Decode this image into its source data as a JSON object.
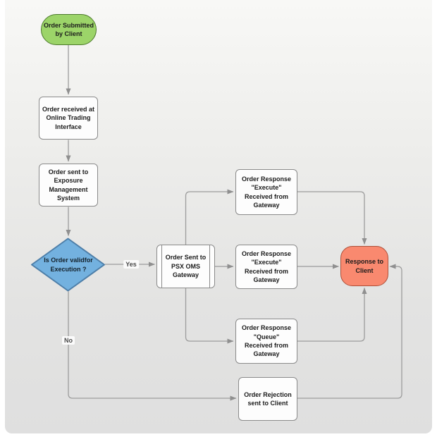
{
  "diagram": {
    "nodes": {
      "start": {
        "label": "Order Submitted\nby Client",
        "shape": "terminator"
      },
      "received": {
        "label": "Order received at\nOnline Trading\nInterface",
        "shape": "process"
      },
      "exposure": {
        "label": "Order sent to\nExposure\nManagement\nSystem",
        "shape": "process"
      },
      "decision": {
        "label": "Is Order validfor\nExecution ?",
        "shape": "decision"
      },
      "psx": {
        "label": "Order Sent to\nPSX OMS\nGateway",
        "shape": "predefined-process"
      },
      "exec1": {
        "label": "Order Response\n\"Execute\"\nReceived from\nGateway",
        "shape": "process"
      },
      "exec2": {
        "label": "Order Response\n\"Execute\"\nReceived from\nGateway",
        "shape": "process"
      },
      "queue": {
        "label": "Order Response\n\"Queue\"\nReceived from\nGateway",
        "shape": "process"
      },
      "response": {
        "label": "Response to\nClient",
        "shape": "terminator"
      },
      "rejection": {
        "label": "Order Rejection\nsent to Client",
        "shape": "process"
      }
    },
    "edge_labels": {
      "yes": "Yes",
      "no": "No"
    },
    "colors": {
      "start_fill": "#9cd469",
      "start_border": "#4c7a2b",
      "decision_fill": "#73b1df",
      "decision_border": "#4e7fa9",
      "response_fill": "#f9896f",
      "response_border": "#ad4f38",
      "process_fill": "#fdfdfd",
      "process_border": "#8a8a8a",
      "connector": "#9c9c9c",
      "arrowhead": "#8f8f8f"
    }
  }
}
